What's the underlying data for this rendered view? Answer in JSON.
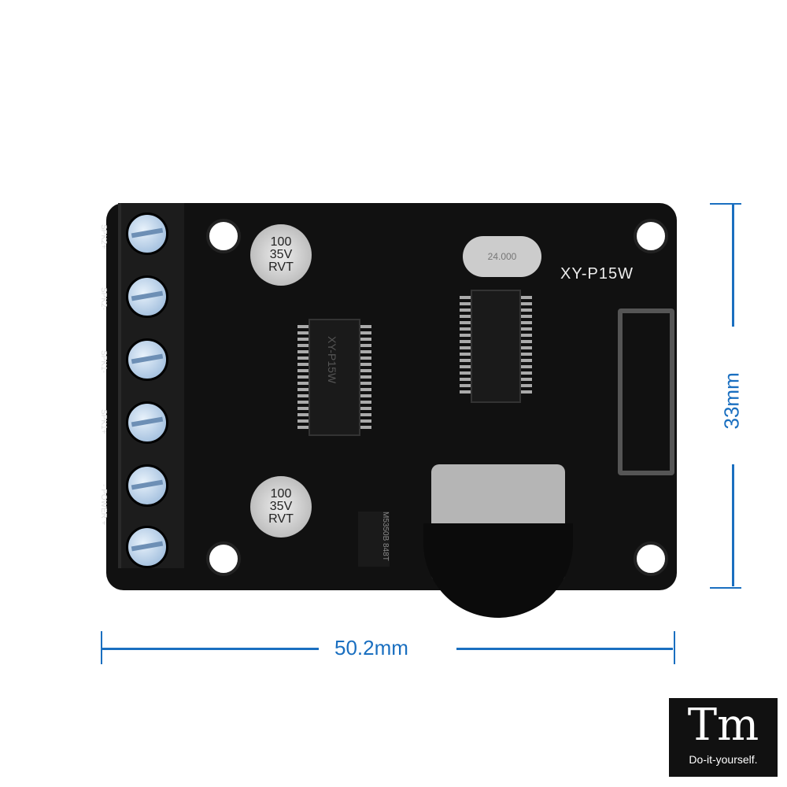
{
  "board": {
    "model": "XY-P15W",
    "capacitor_labels": [
      "100",
      "35V",
      "RVT"
    ],
    "ic_label": "XY-P15W",
    "crystal_label": "24.000",
    "regulator_label": "M5350B 848T"
  },
  "terminals": [
    "SPK2+",
    "SPK2-",
    "SPK1-",
    "SPK1+",
    "- POWER +"
  ],
  "dimensions": {
    "width": "50.2mm",
    "height": "33mm"
  },
  "logo": {
    "mark": "Tm",
    "tagline": "Do-it-yourself."
  },
  "colors": {
    "dimension": "#1a6fc0",
    "board": "#111111"
  }
}
